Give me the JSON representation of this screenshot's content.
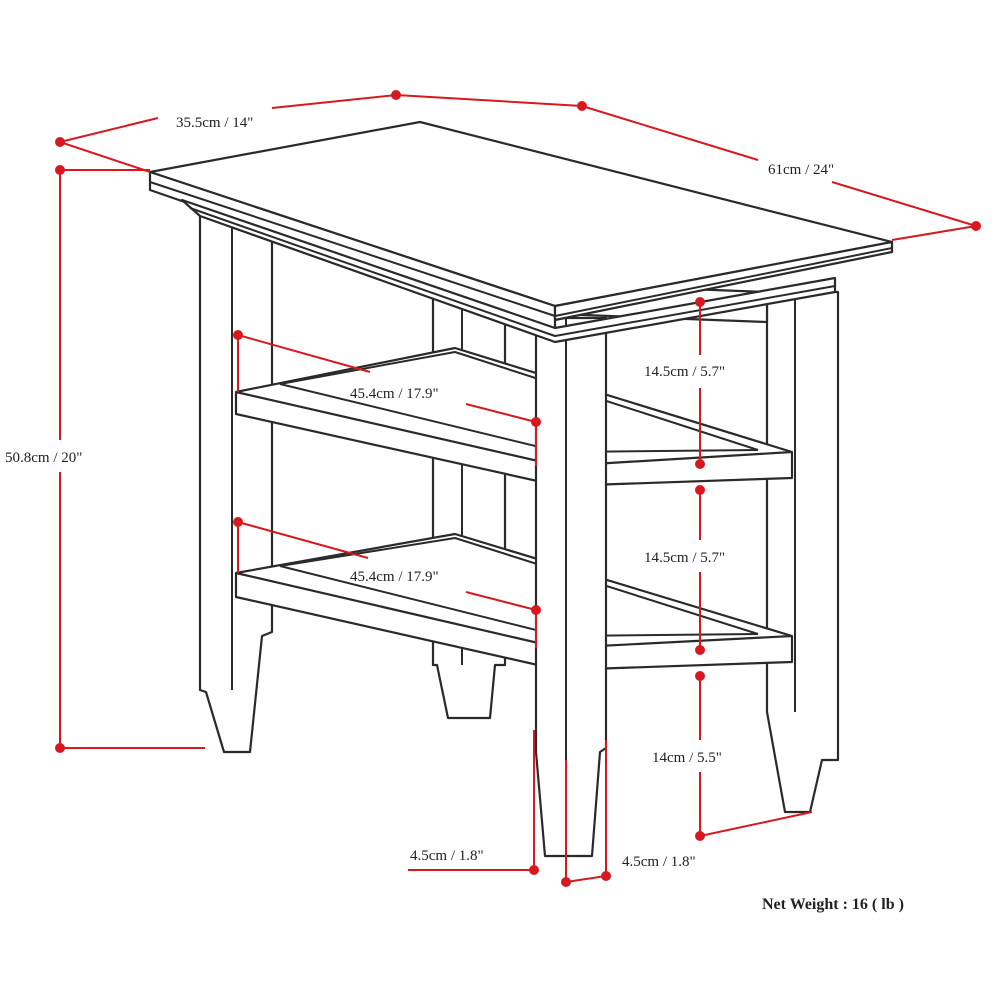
{
  "dimensions": {
    "top_depth": "35.5cm / 14\"",
    "top_width": "61cm / 24\"",
    "total_height": "50.8cm / 20\"",
    "upper_shelf_width": "45.4cm / 17.9\"",
    "lower_shelf_width": "45.4cm / 17.9\"",
    "upper_gap": "14.5cm / 5.7\"",
    "middle_gap": "14.5cm / 5.7\"",
    "bottom_clearance": "14cm / 5.5\"",
    "leg_width": "4.5cm / 1.8\"",
    "leg_depth": "4.5cm / 1.8\""
  },
  "net_weight": "Net Weight : 16 ( lb )",
  "colors": {
    "dimension_line": "#d7191f",
    "outline": "#2a2a2a",
    "background": "#ffffff"
  }
}
